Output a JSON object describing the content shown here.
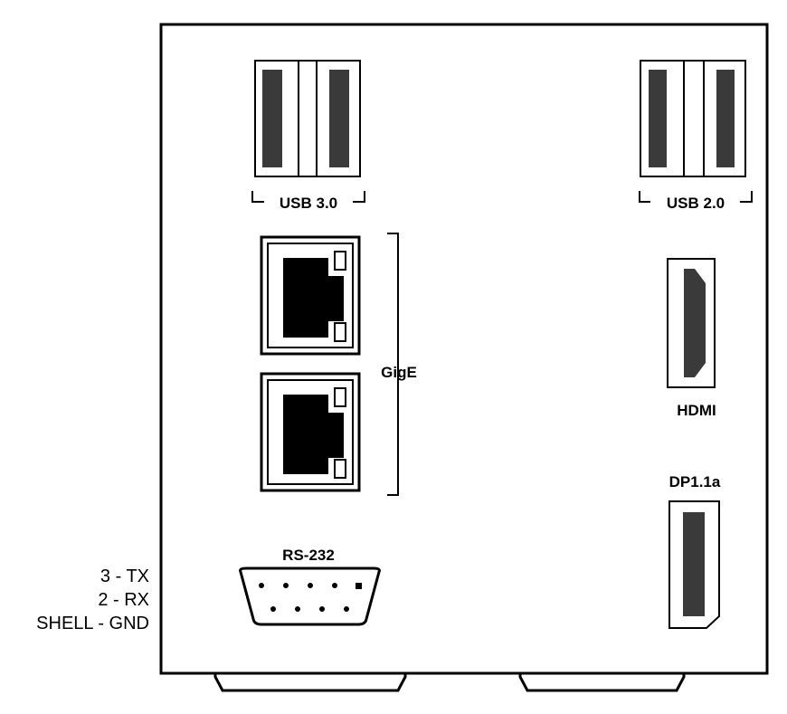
{
  "ports": {
    "usb3": {
      "label": "USB 3.0"
    },
    "usb2": {
      "label": "USB 2.0"
    },
    "gige": {
      "label": "GigE"
    },
    "hdmi": {
      "label": "HDMI"
    },
    "dp": {
      "label": "DP1.1a"
    },
    "serial": {
      "label": "RS-232",
      "pinout": [
        "3 - TX",
        "2 - RX",
        "SHELL - GND"
      ]
    }
  },
  "colors": {
    "stroke": "#000000",
    "slot": "#3a3a3a",
    "background": "#ffffff"
  }
}
